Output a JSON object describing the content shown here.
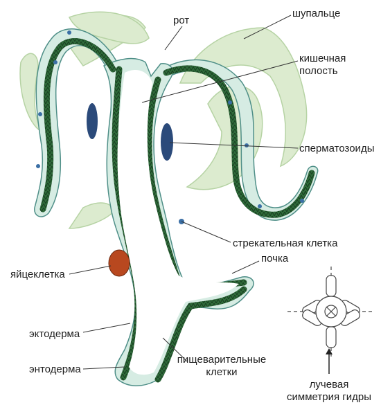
{
  "labels": {
    "mouth": "рот",
    "tentacle": "шупальце",
    "gut_cavity_1": "кишечная",
    "gut_cavity_2": "полость",
    "sperm": "сперматозоиды",
    "stinging_cell": "стрекательная клетка",
    "bud": "почка",
    "egg_cell": "яйцеклетка",
    "ectoderm": "эктодерма",
    "endoderm": "энтодерма",
    "digestive_1": "пищеварительные",
    "digestive_2": "клетки",
    "symmetry_1": "лучевая",
    "symmetry_2": "симметрия гидры"
  },
  "colors": {
    "ectoderm": "#d6ece3",
    "ectoderm_edge": "#4f8f88",
    "endoderm": "#2f6b3a",
    "endoderm_dark": "#1d4a27",
    "tentacle_back": "#dcebcf",
    "egg": "#b8481f",
    "gut": "#ffffff",
    "line": "#333333"
  }
}
